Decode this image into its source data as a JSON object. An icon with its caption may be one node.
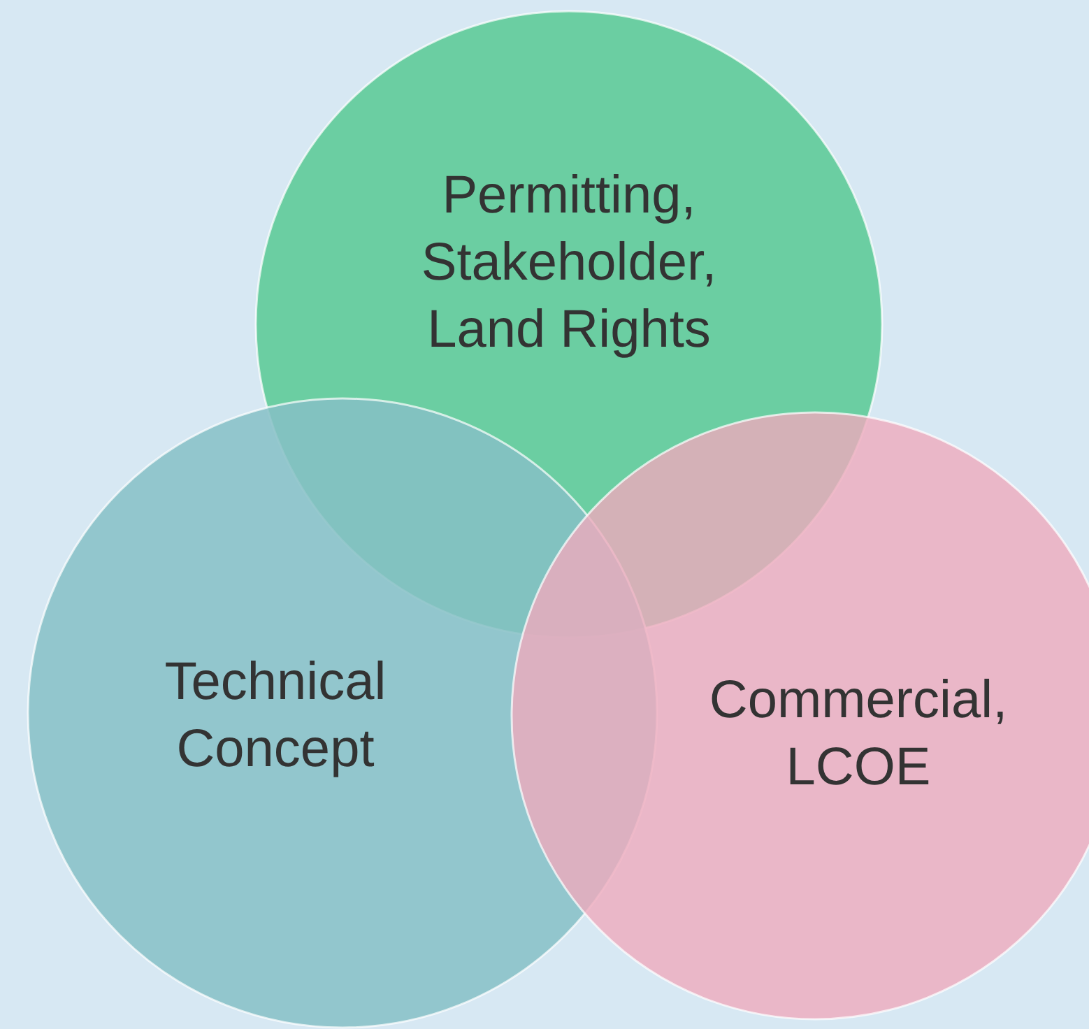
{
  "diagram": {
    "nodes": [
      {
        "text": [
          "Permitting, Stakeholder, Land Rights"
        ]
      },
      {
        "text": [
          "Technical Concept"
        ]
      },
      {
        "text": [
          "Commercial, LCOE"
        ]
      }
    ]
  }
}
